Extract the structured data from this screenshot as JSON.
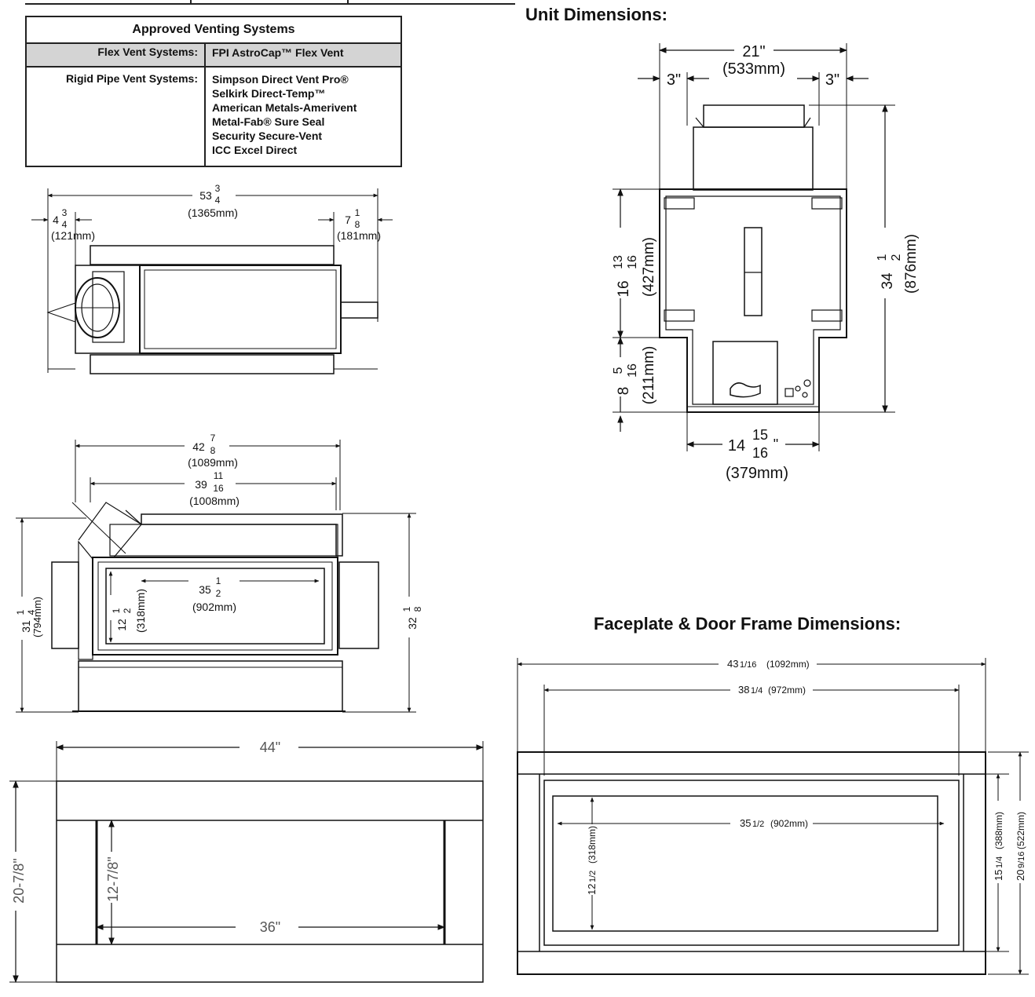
{
  "venting_table": {
    "header": "Approved Venting Systems",
    "rows": [
      {
        "label": "Flex Vent Systems:",
        "values": [
          "FPI AstroCap™ Flex Vent"
        ]
      },
      {
        "label": "Rigid Pipe Vent Systems:",
        "values": [
          "Simpson Direct Vent Pro®",
          "Selkirk Direct-Temp™",
          "American Metals-Amerivent",
          "Metal-Fab® Sure Seal",
          "Security Secure-Vent",
          "ICC Excel Direct"
        ]
      }
    ]
  },
  "unit_dimensions": {
    "title": "Unit Dimensions:",
    "width_in": "21\"",
    "width_mm": "(533mm)",
    "side_left": "3\"",
    "side_right": "3\"",
    "height_upper_whole": "16",
    "height_upper_num": "13",
    "height_upper_den": "16",
    "height_upper_mm": "(427mm)",
    "height_lower_whole": "8",
    "height_lower_num": "5",
    "height_lower_den": "16",
    "height_lower_mm": "(211mm)",
    "height_total_whole": "34",
    "height_total_num": "1",
    "height_total_den": "2",
    "height_total_mm": "(876mm)",
    "bottom_whole": "14",
    "bottom_num": "15",
    "bottom_den": "16",
    "bottom_quote": "\"",
    "bottom_mm": "(379mm)"
  },
  "top_view": {
    "overall_whole": "53",
    "overall_num": "3",
    "overall_den": "4",
    "overall_mm": "(1365mm)",
    "left_whole": "4",
    "left_num": "3",
    "left_den": "4",
    "left_mm": "(121mm)",
    "right_whole": "7",
    "right_num": "1",
    "right_den": "8",
    "right_mm": "(181mm)"
  },
  "front_view": {
    "outer_whole": "42",
    "outer_num": "7",
    "outer_den": "8",
    "outer_mm": "(1089mm)",
    "inner_whole": "39",
    "inner_num": "11",
    "inner_den": "16",
    "inner_mm": "(1008mm)",
    "glass_w_whole": "35",
    "glass_w_num": "1",
    "glass_w_den": "2",
    "glass_w_mm": "(902mm)",
    "glass_h_whole": "12",
    "glass_h_num": "1",
    "glass_h_den": "2",
    "glass_h_mm": "(318mm)",
    "height_left_whole": "31",
    "height_left_num": "1",
    "height_left_den": "4",
    "height_left_mm": "(794mm)",
    "height_right_whole": "32",
    "height_right_num": "1",
    "height_right_den": "8"
  },
  "surround": {
    "width": "44\"",
    "height": "20-7/8\"",
    "inner_height": "12-7/8\"",
    "inner_width": "36\""
  },
  "faceplate": {
    "title": "Faceplate & Door Frame Dimensions:",
    "outer_w_whole": "43",
    "outer_w_frac": "1/16",
    "outer_w_mm": "(1092mm)",
    "inner_w_whole": "38",
    "inner_w_frac": "1/4",
    "inner_w_mm": "(972mm)",
    "glass_w_whole": "35",
    "glass_w_frac": "1/2",
    "glass_w_mm": "(902mm)",
    "glass_h_whole": "12",
    "glass_h_frac": "1/2",
    "glass_h_mm": "(318mm)",
    "inner_h_whole": "15",
    "inner_h_frac": "1/4",
    "inner_h_mm": "(388mm)",
    "outer_h_whole": "20",
    "outer_h_frac": "9/16",
    "outer_h_mm": "(522mm)"
  }
}
